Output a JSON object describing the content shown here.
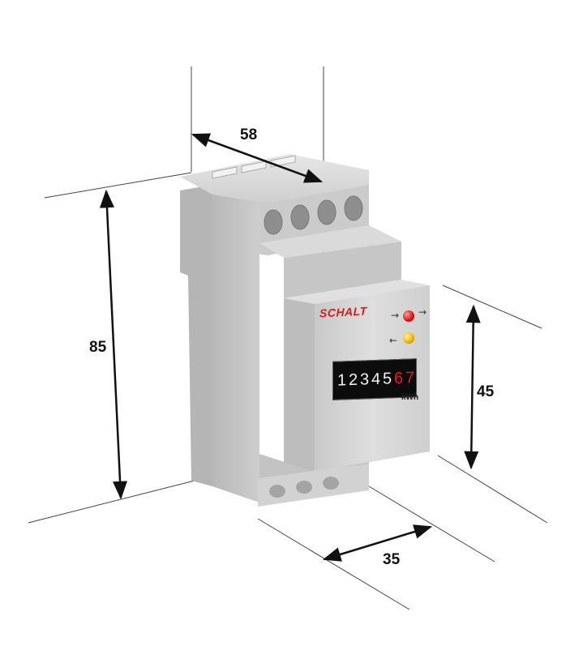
{
  "dimensions": {
    "depth": "58",
    "height": "85",
    "front_height": "45",
    "width": "35"
  },
  "device": {
    "brand": "SCHALT",
    "counter_digits": [
      "1",
      "2",
      "3",
      "4",
      "5",
      "6",
      "7"
    ],
    "red_digit_count": 2,
    "unit": "kWh",
    "led_colors": {
      "pulse": "#e01818",
      "indicator": "#f5b800"
    },
    "icons": [
      "arrow-right-icon",
      "arrow-right-icon",
      "arrow-left-icon"
    ]
  },
  "colors": {
    "housing_light": "#d9d9d9",
    "housing_mid": "#c4c4c4",
    "housing_dark": "#a9a9a9",
    "brand_red": "#d21e1e",
    "dimension_line": "#111111"
  }
}
